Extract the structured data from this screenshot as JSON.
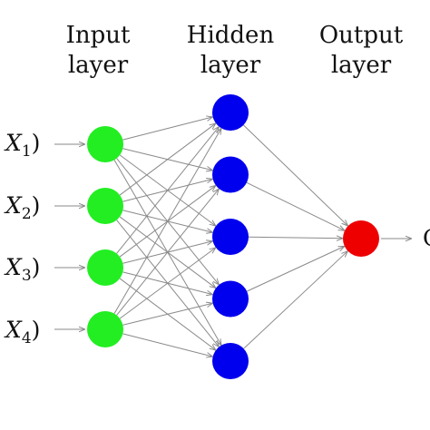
{
  "headers": {
    "input": [
      "Input",
      "layer"
    ],
    "hidden": [
      "Hidden",
      "layer"
    ],
    "output": [
      "Output",
      "layer"
    ]
  },
  "inputs": [
    {
      "var": "X",
      "sub": "1",
      "close": ")"
    },
    {
      "var": "X",
      "sub": "2",
      "close": ")"
    },
    {
      "var": "X",
      "sub": "3",
      "close": ")"
    },
    {
      "var": "X",
      "sub": "4",
      "close": ")"
    }
  ],
  "output_label": "O",
  "network": {
    "input_nodes": 4,
    "hidden_nodes": 5,
    "output_nodes": 1,
    "fully_connected": true
  },
  "colors": {
    "input": "#22ee22",
    "hidden": "#0000ee",
    "output": "#ee0000",
    "edge": "#8a8a8a",
    "text": "#111111"
  }
}
